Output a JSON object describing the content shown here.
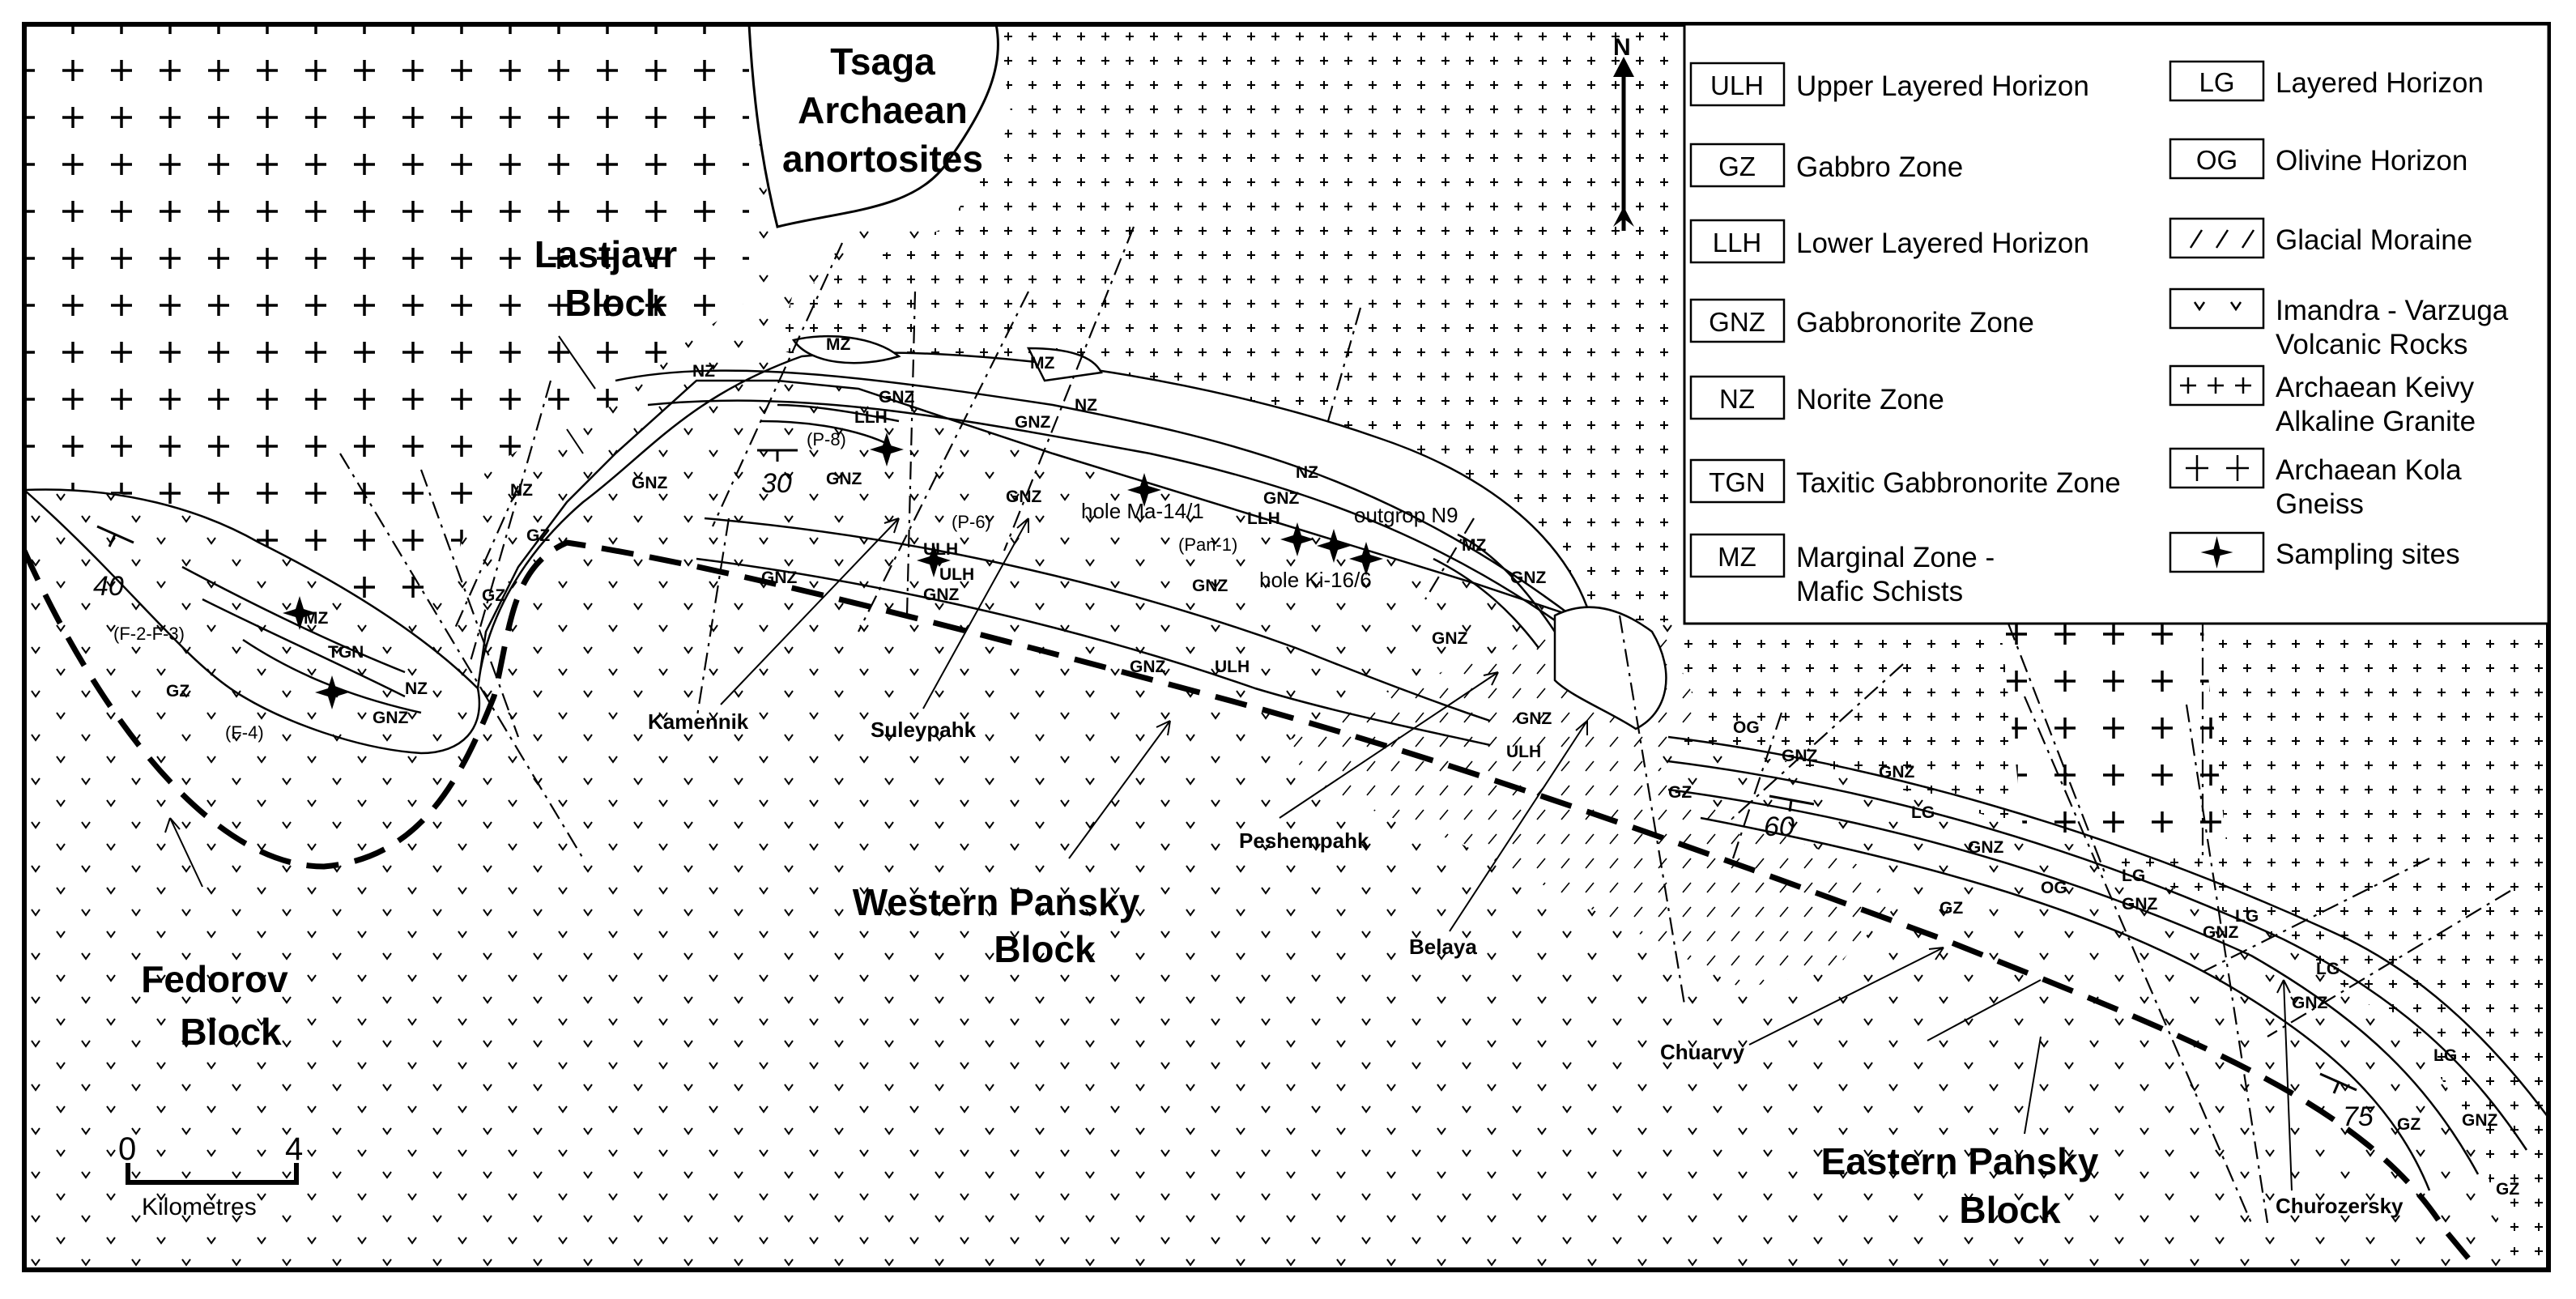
{
  "blocks": {
    "tsaga": [
      "Tsaga",
      "Archaean",
      "anortosites"
    ],
    "lastjavr": [
      "Lastjavr",
      "Block"
    ],
    "fedorov": [
      "Fedorov",
      "Block"
    ],
    "western_pansky": [
      "Western Pansky",
      "Block"
    ],
    "eastern_pansky": [
      "Eastern Pansky",
      "Block"
    ]
  },
  "localities": {
    "kamennik": "Kamennik",
    "suleypahk": "Suleypahk",
    "peshempahk": "Peshempahk",
    "belaya": "Belaya",
    "chuarvy": "Chuarvy",
    "churozersky": "Churozersky"
  },
  "samples": {
    "f2f3": "(F-2-F-3)",
    "f4": "(F-4)",
    "p8": "(P-8)",
    "p6": "(P-6)",
    "pan1": "(Pan-1)",
    "ma14": "hole Ma-14/1",
    "n9": "outgrop N9",
    "ki16": "hole Ki-16/6"
  },
  "zone_labels": {
    "mz": "MZ",
    "nz": "NZ",
    "gnz": "GNZ",
    "gz": "GZ",
    "llh": "LLH",
    "ulh": "ULH",
    "tgn": "TGN",
    "og": "OG",
    "lg": "LG"
  },
  "dips": {
    "d40": "40",
    "d30": "30",
    "d60": "60",
    "d75": "75"
  },
  "north": "N",
  "scale": {
    "zero": "0",
    "four": "4",
    "unit": "Kilometres"
  },
  "legend": {
    "left": [
      {
        "code": "ULH",
        "label": "Upper Layered Horizon"
      },
      {
        "code": "GZ",
        "label": "Gabbro Zone"
      },
      {
        "code": "LLH",
        "label": "Lower Layered Horizon"
      },
      {
        "code": "GNZ",
        "label": "Gabbronorite Zone"
      },
      {
        "code": "NZ",
        "label": "Norite Zone"
      },
      {
        "code": "TGN",
        "label": "Taxitic Gabbronorite Zone"
      },
      {
        "code": "MZ",
        "label": "Marginal Zone -",
        "label2": "Mafic Schists"
      }
    ],
    "right": [
      {
        "code": "LG",
        "label": "Layered Horizon"
      },
      {
        "code": "OG",
        "label": "Olivine Horizon"
      },
      {
        "pattern": "moraine",
        "label": "Glacial Moraine"
      },
      {
        "pattern": "volcanic",
        "label": "Imandra - Varzuga",
        "label2": "Volcanic Rocks"
      },
      {
        "pattern": "keivy",
        "label": "Archaean Keivy",
        "label2": "Alkaline Granite"
      },
      {
        "pattern": "kola",
        "label": "Archaean Kola",
        "label2": "Gneiss"
      },
      {
        "pattern": "star",
        "label": "Sampling sites"
      }
    ]
  },
  "colors": {
    "ink": "#000000",
    "paper": "#ffffff"
  }
}
